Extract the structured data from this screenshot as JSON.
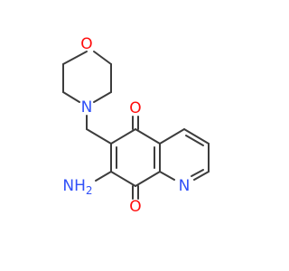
{
  "colors": {
    "bond": "#3c3c3c",
    "oxygen": "#ff0d0d",
    "nitrogen": "#3050f8",
    "background": "#ffffff"
  },
  "atoms": {
    "morpholine_oxygen": "O",
    "morpholine_nitrogen": "N",
    "carbonyl_oxygen_5": "O",
    "carbonyl_oxygen_8": "O",
    "pyridine_nitrogen": "N",
    "amino_group": "NH"
  },
  "amino_subscript": "2"
}
